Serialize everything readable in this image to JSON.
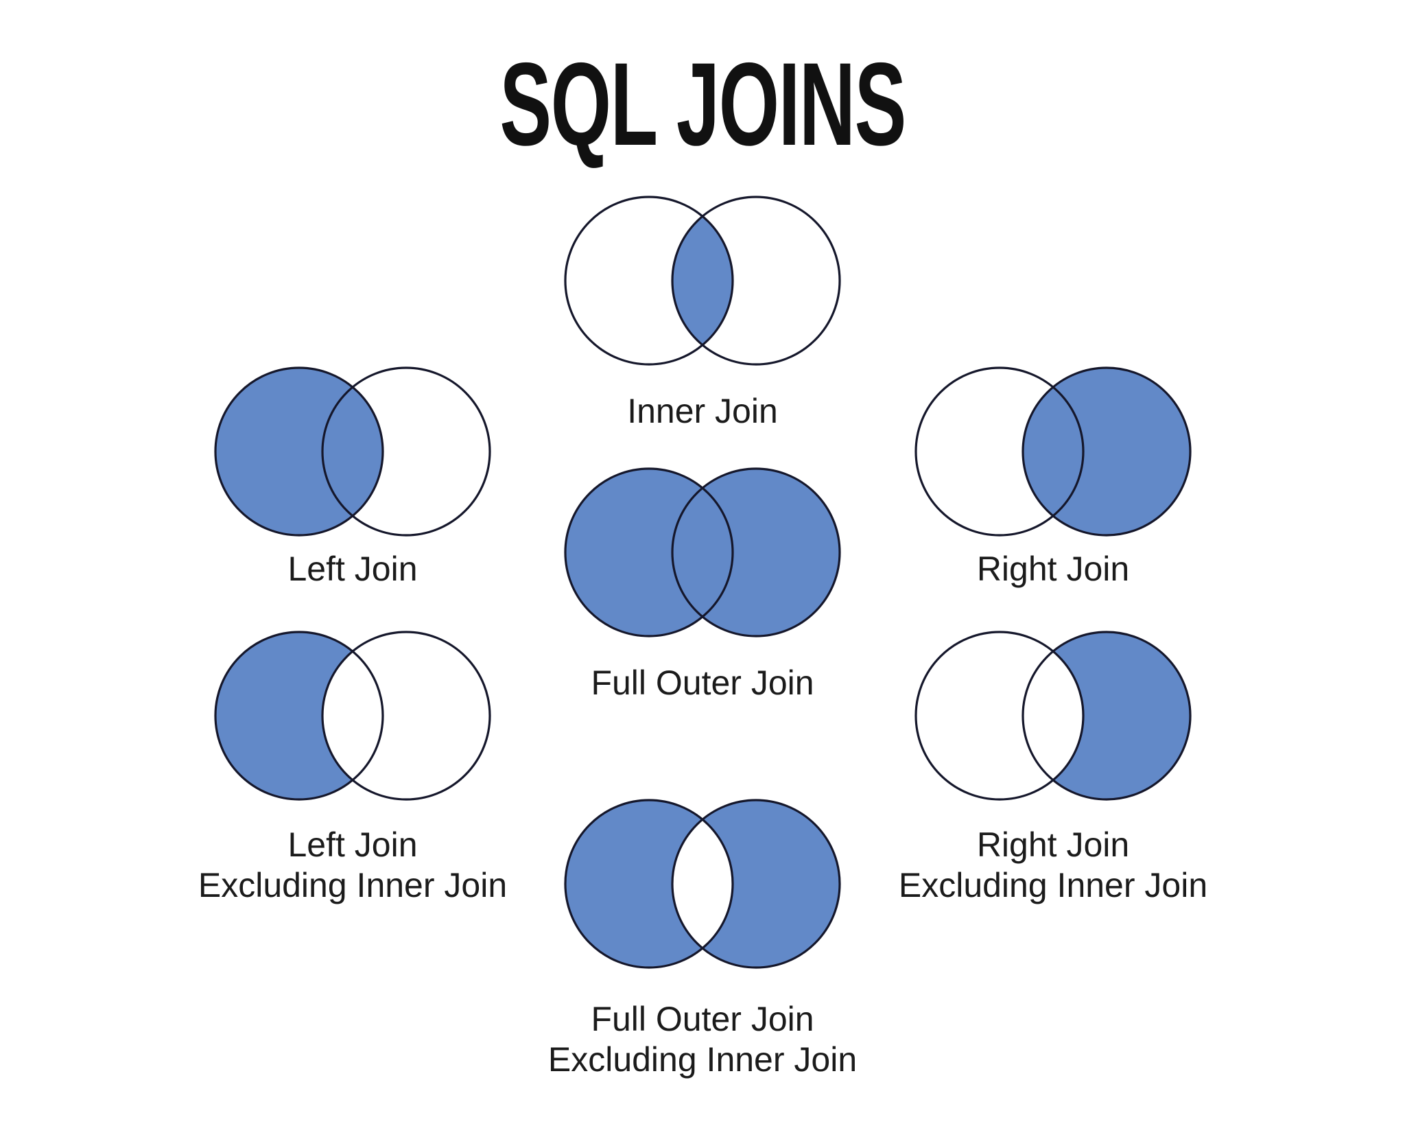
{
  "title": "SQL JOINS",
  "colors": {
    "fill_blue": "#6289C8",
    "stroke_dark": "#15172B",
    "background": "#FFFFFF",
    "text": "#1B1B1B"
  },
  "diagrams": [
    {
      "id": "inner-join",
      "label_line1": "Inner Join",
      "label_line2": "",
      "mode": "intersection"
    },
    {
      "id": "left-join",
      "label_line1": "Left Join",
      "label_line2": "",
      "mode": "left-all"
    },
    {
      "id": "right-join",
      "label_line1": "Right Join",
      "label_line2": "",
      "mode": "right-all"
    },
    {
      "id": "full-outer-join",
      "label_line1": "Full Outer Join",
      "label_line2": "",
      "mode": "both-all"
    },
    {
      "id": "left-join-excluding-inner-join",
      "label_line1": "Left Join",
      "label_line2": "Excluding Inner Join",
      "mode": "left-only"
    },
    {
      "id": "right-join-excluding-inner-join",
      "label_line1": "Right Join",
      "label_line2": "Excluding Inner Join",
      "mode": "right-only"
    },
    {
      "id": "full-outer-join-excluding-inner-join",
      "label_line1": "Full Outer Join",
      "label_line2": "Excluding Inner Join",
      "mode": "outer-only"
    }
  ]
}
